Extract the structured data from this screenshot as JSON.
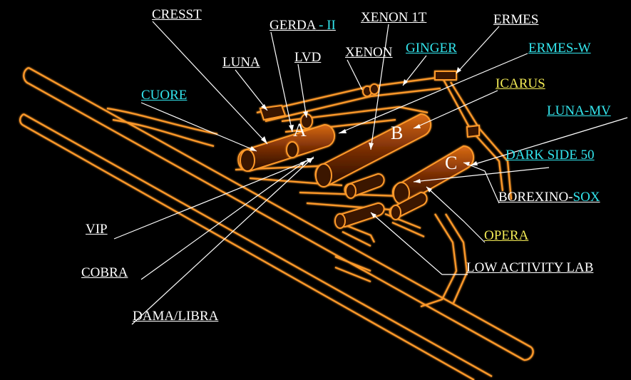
{
  "colors": {
    "background": "#000000",
    "tunnel_outline": "#ff9a2a",
    "tunnel_glow": "#c2500a",
    "label_white": "#ffffff",
    "label_cyan": "#33e6ee",
    "label_yellow": "#f2ea55",
    "leader": "#ffffff"
  },
  "halls": {
    "a": "A",
    "b": "B",
    "c": "C"
  },
  "labels": {
    "cresst": "CRESST",
    "gerda_main": "GERDA",
    "gerda_suffix": " - II",
    "xenon1t": "XENON 1T",
    "ermes": "ERMES",
    "luna": "LUNA",
    "lvd": "LVD",
    "xenon": "XENON",
    "ginger": "GINGER",
    "ermes_w": "ERMES-W",
    "cuore": "CUORE",
    "icarus": "ICARUS",
    "luna_mv": "LUNA-MV",
    "dark_side_50": "DARK SIDE 50",
    "borexino_main": "BOREXINO-",
    "borexino_sox": "SOX",
    "opera": "OPERA",
    "vip": "VIP",
    "low_activity_lab": "LOW ACTIVITY LAB",
    "cobra": "COBRA",
    "dama_libra": "DAMA/LIBRA"
  }
}
